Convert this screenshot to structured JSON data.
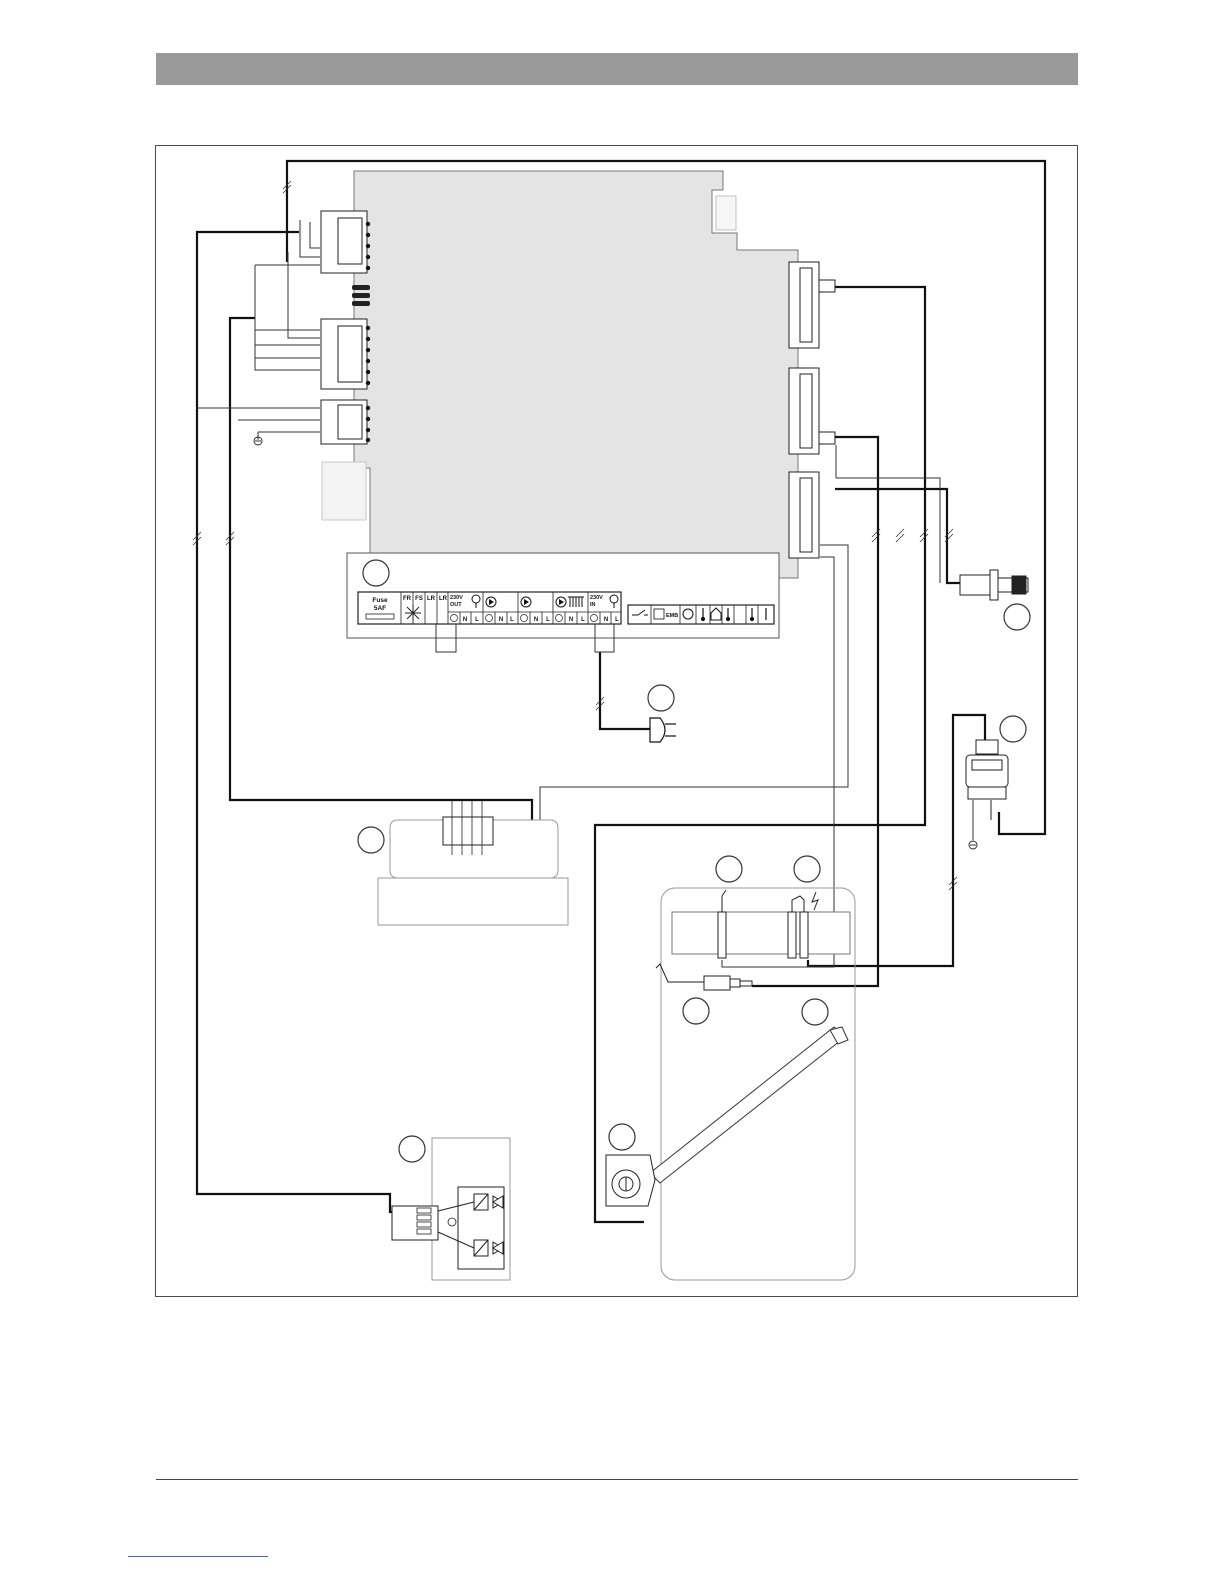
{
  "terminal_strip": {
    "fuse_label": "Fuse",
    "fuse_rating": "5AF",
    "codes": [
      "FR",
      "FS",
      "LR",
      "LR"
    ],
    "out_voltage": "230V",
    "out_label": "OUT",
    "in_voltage": "230V",
    "in_label": "IN",
    "emb_label": "EMB",
    "phase_letters": [
      "N",
      "L",
      "N",
      "L",
      "N",
      "L",
      "N",
      "L",
      "N",
      "L"
    ]
  },
  "colors": {
    "board_fill": "#e4e4e4",
    "header_bar": "#9a9a9a",
    "wire": "#111111",
    "thin_wire": "#333333",
    "outline": "#888888"
  },
  "icons": [
    "snowflake-icon",
    "pump-icon",
    "fan-icon",
    "radiator-icon",
    "ground-icon",
    "plug-icon",
    "electrode-icon",
    "valve-icon",
    "switch-icon"
  ]
}
